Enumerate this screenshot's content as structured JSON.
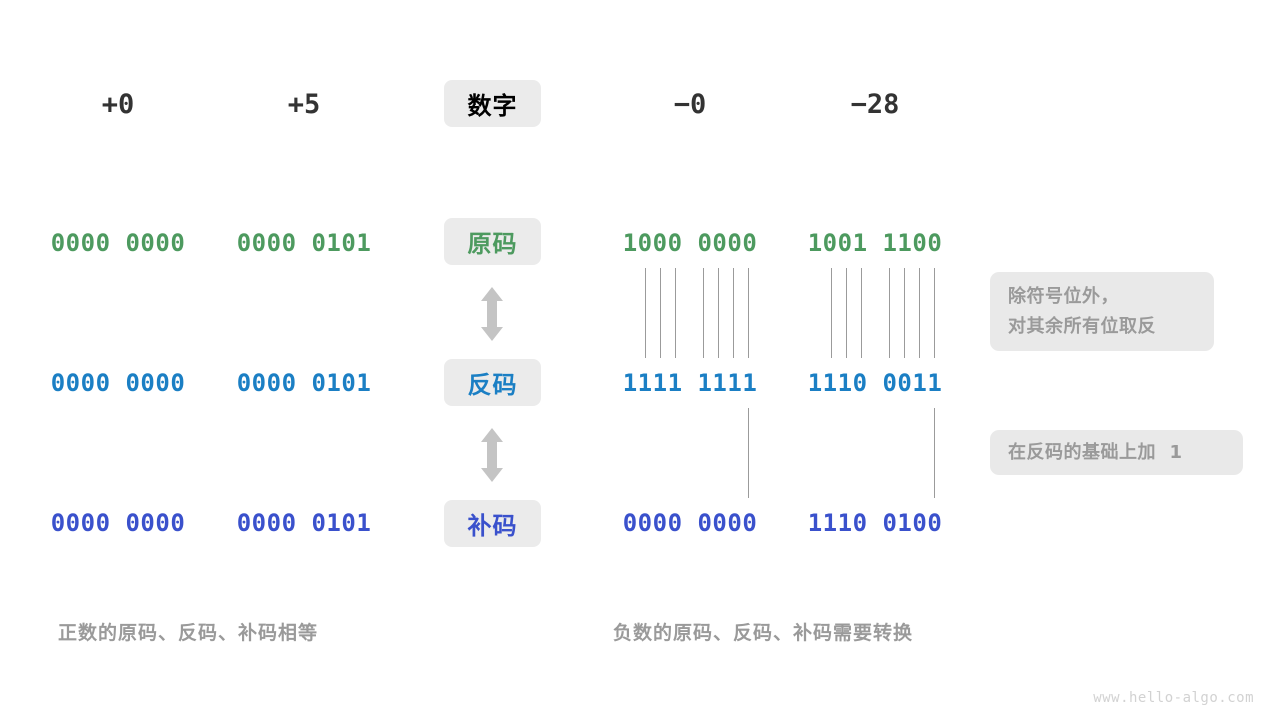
{
  "watermark": "www.hello-algo.com",
  "columns": {
    "left": [
      {
        "key": "plus_zero",
        "label": "+0"
      },
      {
        "key": "plus_five",
        "label": "+5"
      }
    ],
    "right": [
      {
        "key": "minus_zero",
        "label": "−0"
      },
      {
        "key": "minus_28",
        "label": "−28"
      }
    ]
  },
  "badges": [
    {
      "key": "number",
      "label": "数字",
      "color": "#2f2f2f"
    },
    {
      "key": "sign_magnitude",
      "label": "原码",
      "color": "#4d9a5f"
    },
    {
      "key": "ones_complement",
      "label": "反码",
      "color": "#1b7fc4"
    },
    {
      "key": "twos_complement",
      "label": "补码",
      "color": "#3a51cc"
    }
  ],
  "rows": [
    {
      "key": "sign_magnitude",
      "badge": "原码",
      "color": "#4d9a5f",
      "values": {
        "plus_zero": "0000 0000",
        "plus_five": "0000 0101",
        "minus_zero": "1000 0000",
        "minus_28": "1001 1100"
      }
    },
    {
      "key": "ones_complement",
      "badge": "反码",
      "color": "#1b7fc4",
      "values": {
        "plus_zero": "0000 0000",
        "plus_five": "0000 0101",
        "minus_zero": "1111 1111",
        "minus_28": "1110 0011"
      }
    },
    {
      "key": "twos_complement",
      "badge": "补码",
      "color": "#3a51cc",
      "values": {
        "plus_zero": "0000 0000",
        "plus_five": "0000 0101",
        "minus_zero": "0000 0000",
        "minus_28": "1110 0100"
      }
    }
  ],
  "notes": [
    {
      "key": "invert_note",
      "lines": [
        "除符号位外，",
        "对其余所有位取反"
      ]
    },
    {
      "key": "add_one_note",
      "lines": [
        "在反码的基础上加  1"
      ]
    }
  ],
  "captions": {
    "left": "正数的原码、反码、补码相等",
    "right": "负数的原码、反码、补码需要转换"
  },
  "colors": {
    "badge_bg": "#ebebeb",
    "note_bg": "#e9e9e9",
    "note_text": "#9a9a9a",
    "caption_text": "#9a9a9a",
    "arrow": "#c4c4c4",
    "connector": "#9b9b9b",
    "header_text": "#333333",
    "background": "#ffffff"
  }
}
